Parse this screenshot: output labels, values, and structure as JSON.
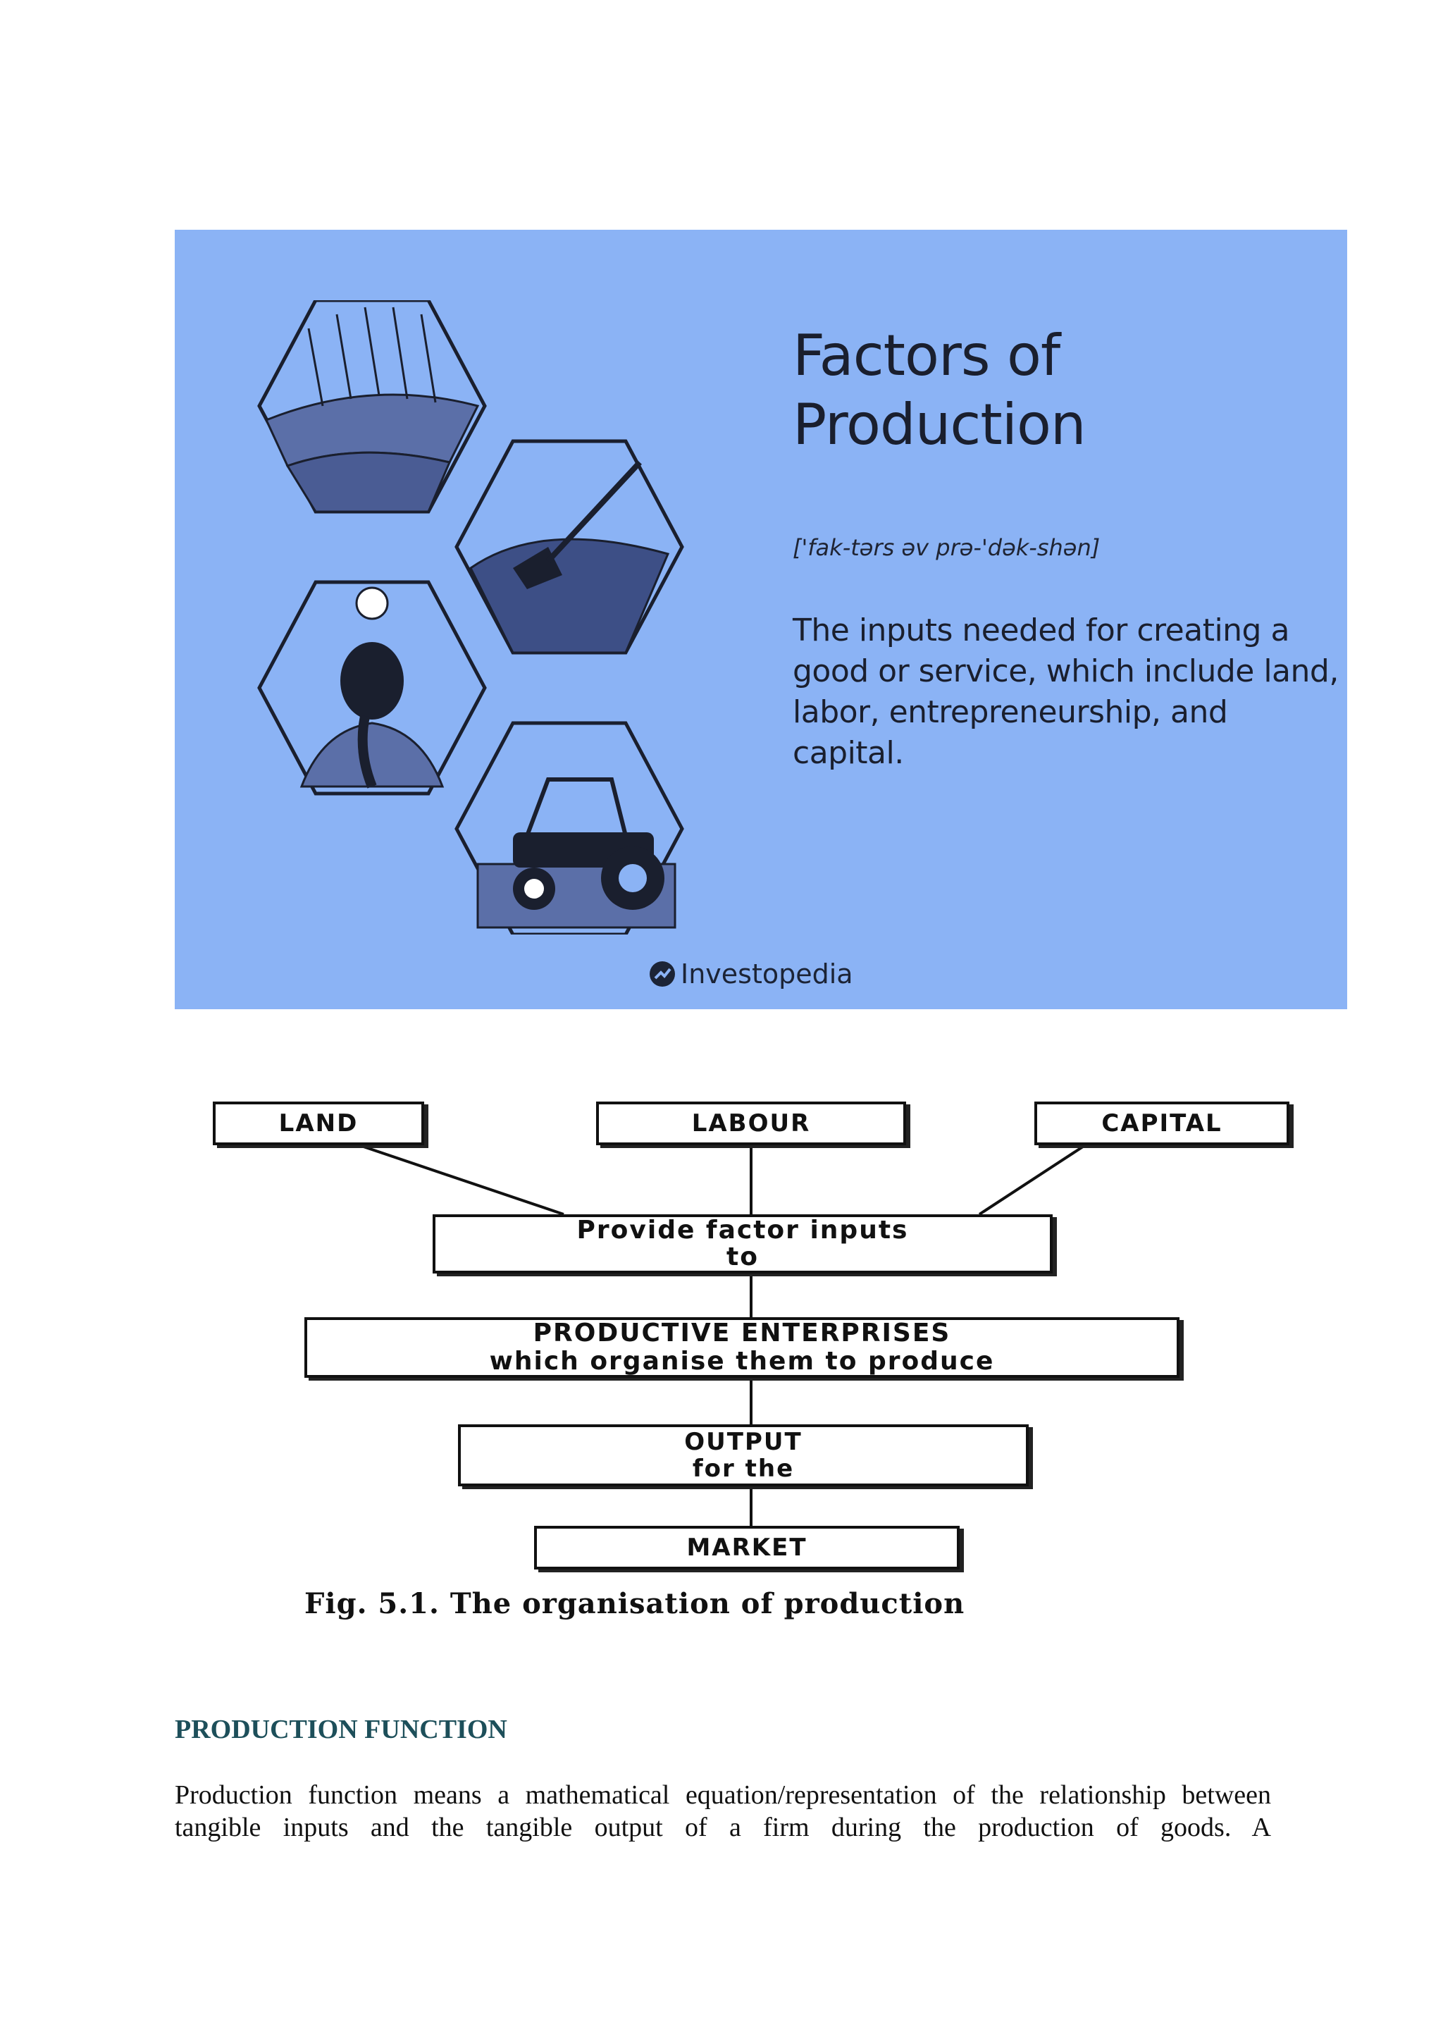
{
  "infographic": {
    "title_line1": "Factors of",
    "title_line2": "Production",
    "phonetic": "['fak-tərs əv prə-'dək-shən]",
    "definition": "The inputs needed for creating a good or service, which include land, labor, entrepreneurship, and capital.",
    "logo_text": "Investopedia",
    "colors": {
      "background": "#8bb3f5",
      "ink": "#1a1f2e",
      "hex_fill": "#6f86c3"
    }
  },
  "flow_diagram": {
    "land": "LAND",
    "labour": "LABOUR",
    "capital": "CAPITAL",
    "provide_line1": "Provide factor inputs",
    "provide_line2": "to",
    "enterprises_line1": "PRODUCTIVE ENTERPRISES",
    "enterprises_line2": "which organise them to produce",
    "output_line1": "OUTPUT",
    "output_line2": "for the",
    "market": "MARKET",
    "caption": "Fig. 5.1.  The organisation of production"
  },
  "section": {
    "heading": "PRODUCTION FUNCTION",
    "body": "Production function means a mathematical equation/representation of the relationship between tangible inputs and the tangible output of a firm during the production of goods. A"
  }
}
